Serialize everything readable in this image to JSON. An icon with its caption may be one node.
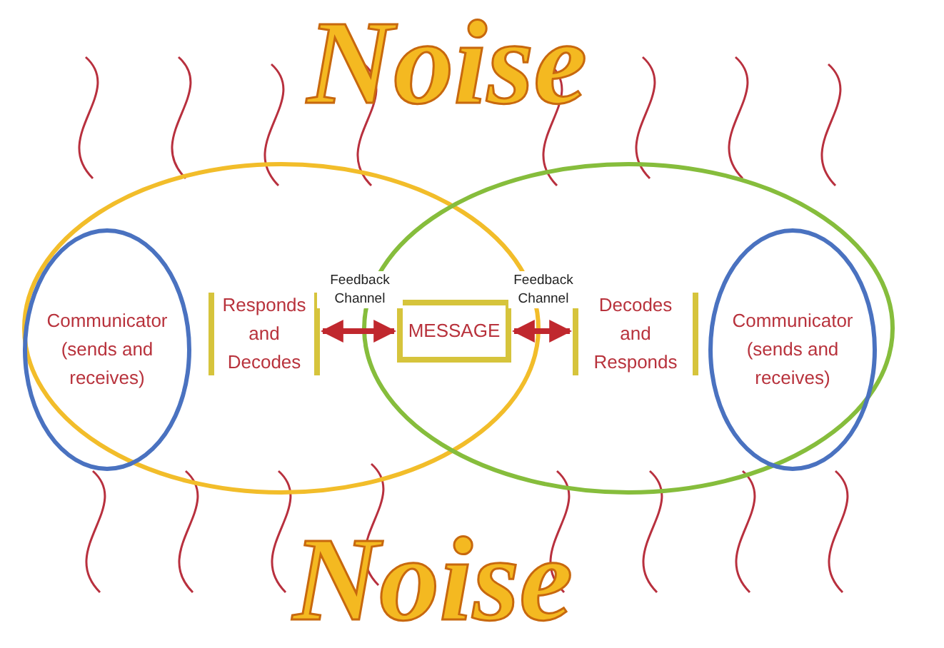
{
  "diagram": {
    "nodes": [
      {
        "text": [
          "Communicator (sends and receives)"
        ]
      },
      {
        "text": [
          "Responds and Decodes"
        ]
      },
      {
        "text": [
          "MESSAGE"
        ]
      },
      {
        "text": [
          "Decodes and Responds"
        ]
      },
      {
        "text": [
          "Communicator (sends and receives)"
        ]
      }
    ],
    "edges": [
      {
        "from": 1,
        "to": 2,
        "arrow": "both",
        "label": "Feedback Channel"
      },
      {
        "from": 2,
        "to": 3,
        "arrow": "both",
        "label": "Feedback Channel"
      }
    ],
    "labels": [
      "Noise",
      "Noise"
    ]
  }
}
